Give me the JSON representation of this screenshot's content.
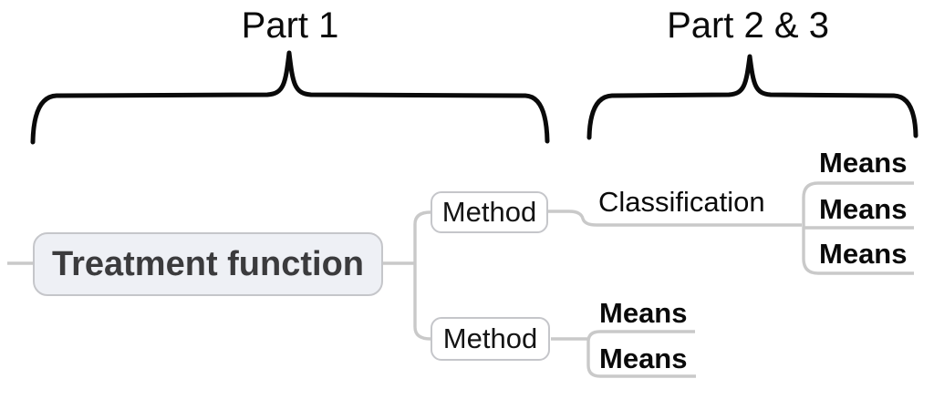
{
  "annotations": {
    "part1_label": "Part 1",
    "part23_label": "Part 2 & 3"
  },
  "tree": {
    "root": "Treatment function",
    "method_top": "Method",
    "method_bottom": "Method",
    "classification": "Classification",
    "classification_means": [
      "Means",
      "Means",
      "Means"
    ],
    "method_bottom_means": [
      "Means",
      "Means"
    ]
  },
  "colors": {
    "brace": "#0a0a0a",
    "connector": "#c9c9c9",
    "node_border": "#c5c6ca",
    "root_fill": "#eef0f5",
    "root_text": "#3b3b3d",
    "text": "#0a0a0a"
  }
}
